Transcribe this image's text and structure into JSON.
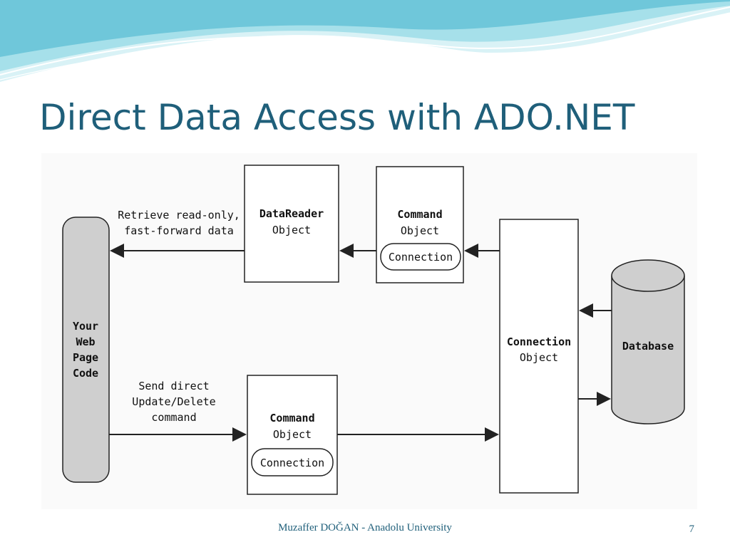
{
  "slide": {
    "title": "Direct Data Access with ADO.NET",
    "footer": "Muzaffer DOĞAN - Anadolu University",
    "page_number": "7"
  },
  "diagram": {
    "web_page": {
      "line1": "Your",
      "line2": "Web",
      "line3": "Page",
      "line4": "Code"
    },
    "datareader": {
      "line1": "DataReader",
      "line2": "Object"
    },
    "command_top": {
      "line1": "Command",
      "line2": "Object",
      "pill": "Connection"
    },
    "command_bottom": {
      "line1": "Command",
      "line2": "Object",
      "pill": "Connection"
    },
    "connection": {
      "line1": "Connection",
      "line2": "Object"
    },
    "database": {
      "label": "Database"
    },
    "retrieve_label": {
      "line1": "Retrieve read-only,",
      "line2": "fast-forward data"
    },
    "send_label": {
      "line1": "Send direct",
      "line2": "Update/Delete",
      "line3": "command"
    }
  },
  "colors": {
    "title": "#1f5f7a",
    "shape_gray": "#cfcfcf",
    "stroke": "#222222",
    "wave_light": "#c8ecf2",
    "wave_dark": "#7fcfe0"
  }
}
